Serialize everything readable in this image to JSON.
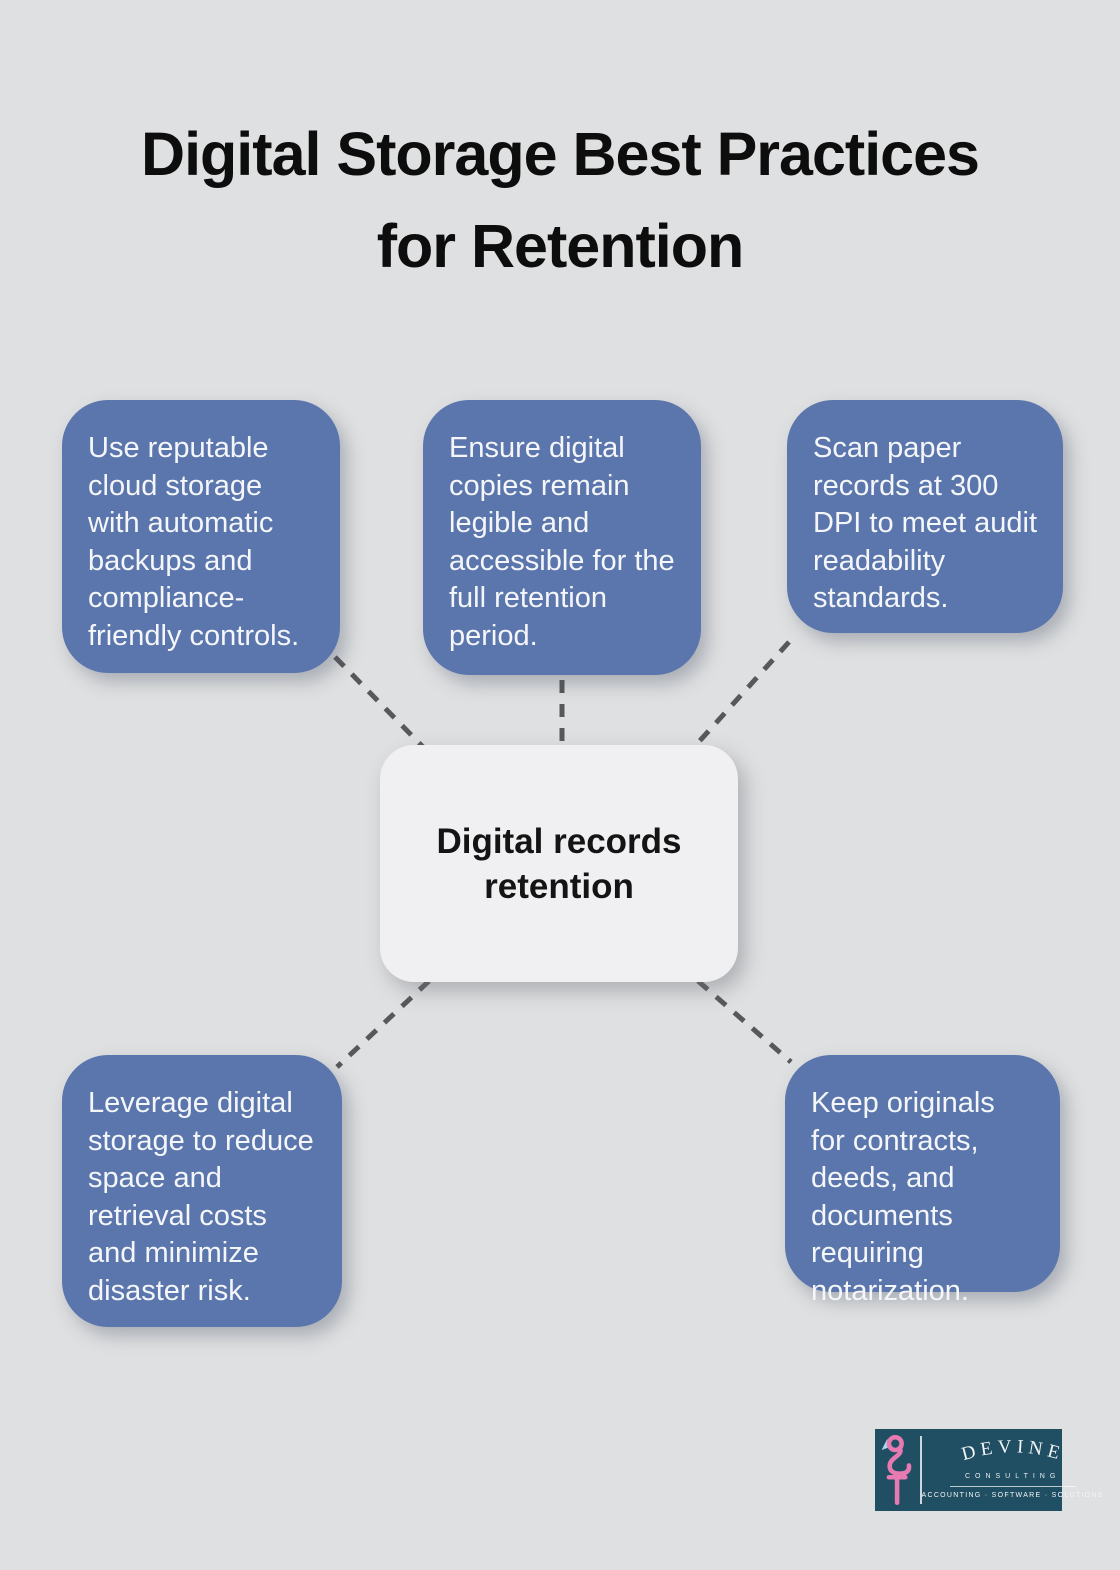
{
  "palette": {
    "bg": "#dfe0e1",
    "node-blue": "#5b76ac",
    "node-text": "#f4f6f9",
    "center-bg": "#f0f0f2",
    "connector": "#58585a",
    "title-color": "#0d0d0d",
    "logo-bg": "#204f63",
    "flamingo-pink": "#e87ab2",
    "beak-blue": "#a6d9ea"
  },
  "title": {
    "line1": "Digital Storage Best Practices",
    "line2": "for Retention"
  },
  "center": {
    "label": "Digital records retention"
  },
  "nodes": [
    {
      "id": "top-left",
      "text": "Use reputable cloud storage with automatic backups and compliance-friendly controls."
    },
    {
      "id": "top-middle",
      "text": "Ensure digital copies remain legible and accessible for the full retention period."
    },
    {
      "id": "top-right",
      "text": "Scan paper records at 300 DPI to meet audit readability standards."
    },
    {
      "id": "bottom-left",
      "text": "Leverage digital storage to reduce space and retrieval costs and minimize disaster risk."
    },
    {
      "id": "bottom-right",
      "text": "Keep originals for contracts, deeds, and documents requiring notarization."
    }
  ],
  "logo": {
    "brand": "DEVINE",
    "subtitle": "CONSULTING",
    "tagline": "ACCOUNTING · SOFTWARE · SOLUTIONS"
  }
}
